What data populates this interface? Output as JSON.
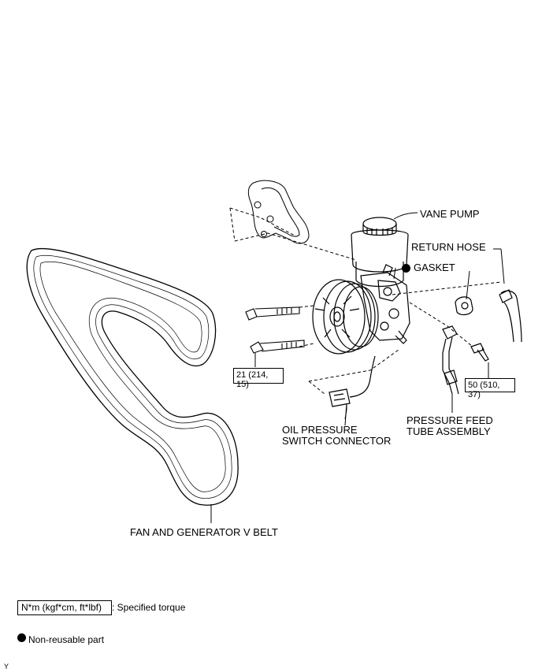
{
  "labels": {
    "vane_pump": "VANE PUMP",
    "return_hose": "RETURN HOSE",
    "gasket": "GASKET",
    "torque_21": "21 (214, 15)",
    "torque_50": "50 (510, 37)",
    "oil_pressure_line1": "OIL PRESSURE",
    "oil_pressure_line2": "SWITCH CONNECTOR",
    "pressure_feed_line1": "PRESSURE FEED",
    "pressure_feed_line2": "TUBE ASSEMBLY",
    "fan_belt": "FAN AND GENERATOR V BELT"
  },
  "legend": {
    "torque_unit": "N*m (kgf*cm, ft*lbf)",
    "torque_desc": ": Specified torque",
    "nonreusable_desc": "Non-reusable part"
  },
  "corner_mark": "Y",
  "colors": {
    "line": "#000000",
    "background": "#ffffff"
  }
}
